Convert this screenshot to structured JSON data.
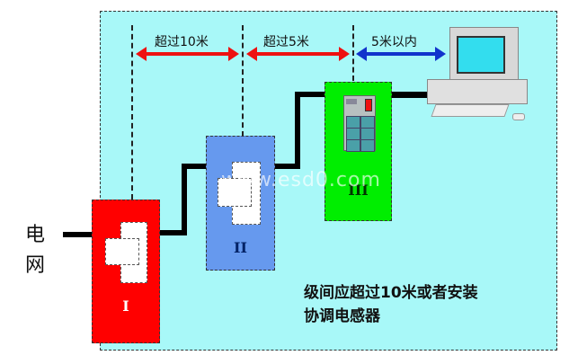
{
  "grid_label": "电网",
  "distance_labels": {
    "stage1_to_2": "超过10米",
    "stage2_to_3": "超过5米",
    "stage3_to_equipment": "5米以内"
  },
  "stages": [
    {
      "label": "I",
      "color": "#ff0000"
    },
    {
      "label": "II",
      "color": "#6699ee"
    },
    {
      "label": "III",
      "color": "#00ee00"
    }
  ],
  "arrow_colors": {
    "red": "#ee1111",
    "blue": "#1133cc"
  },
  "panel_color": "#a8f8f8",
  "note_lines": [
    "级间应超过10米或者安装",
    "协调电感器"
  ],
  "watermark": "www.esd0.com",
  "equipment": "computer-icon"
}
